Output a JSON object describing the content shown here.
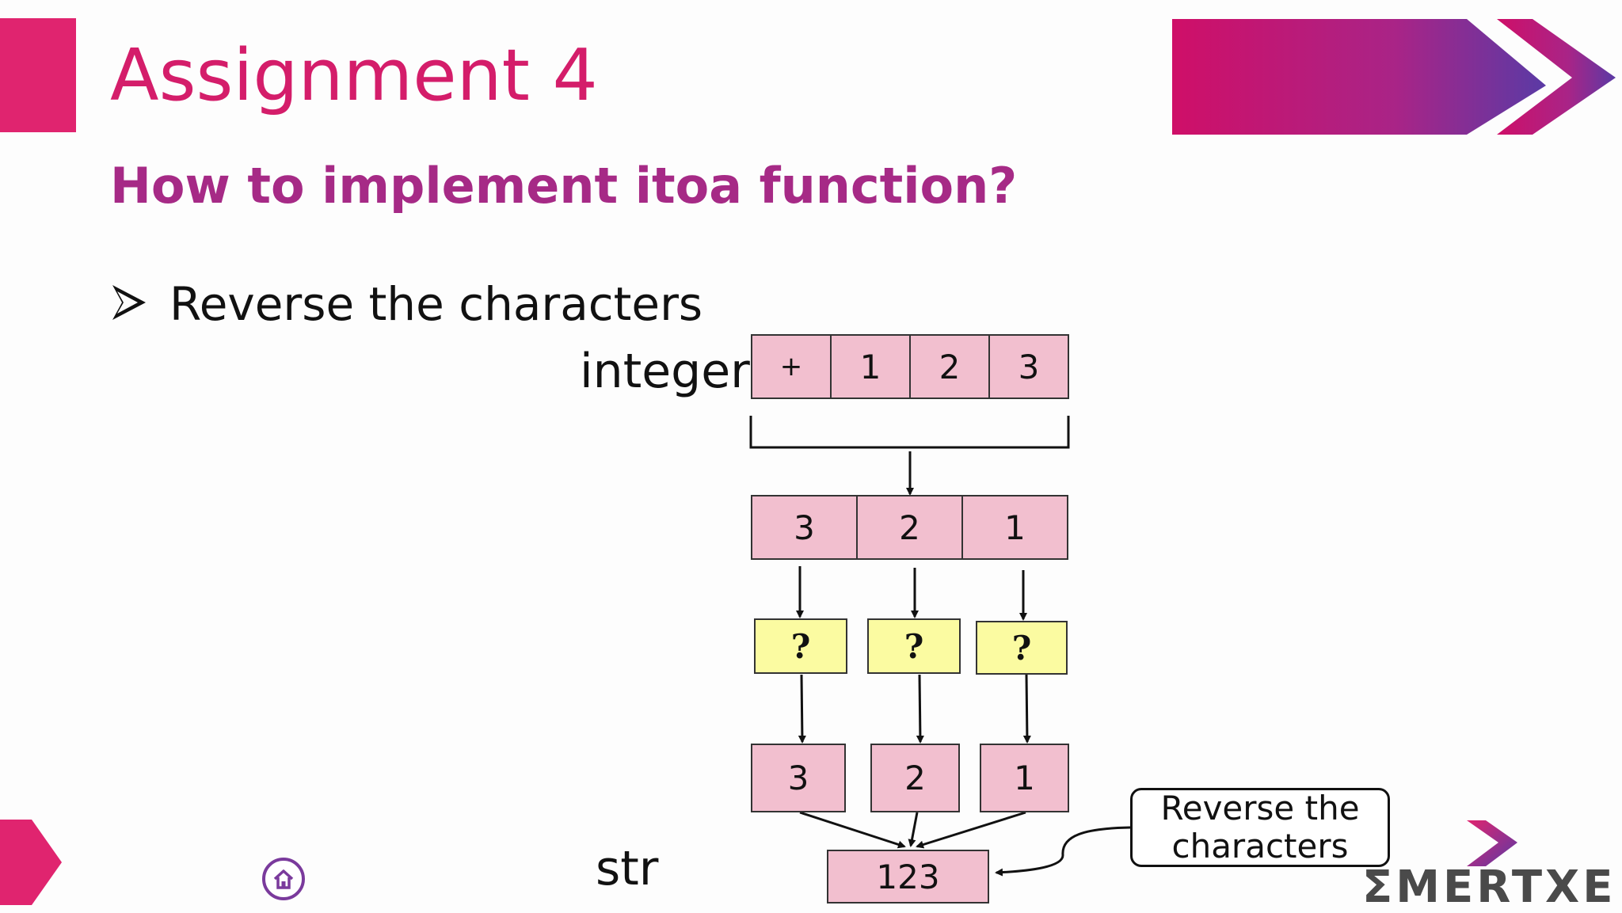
{
  "slide": {
    "title": "Assignment 4",
    "subtitle": "How to implement itoa function?",
    "bullet": "Reverse the characters"
  },
  "diagram": {
    "label_integer": "integer",
    "label_str": "str",
    "input_cells": [
      "+",
      "1",
      "2",
      "3"
    ],
    "reversed_digits": [
      "3",
      "2",
      "1"
    ],
    "unknown_steps": [
      "?",
      "?",
      "?"
    ],
    "output_chars": [
      "3",
      "2",
      "1"
    ],
    "result": "123",
    "callout": {
      "line1": "Reverse the",
      "line2": "characters"
    }
  },
  "logo": {
    "text": "ΣMERTXE"
  },
  "colors": {
    "title": "#d41d6a",
    "subtitle": "#a62a86",
    "cell_pink": "#f2bfcf",
    "cell_yellow": "#fbfba1",
    "accent": "#e0246f"
  },
  "icons": [
    "bullet-arrow-icon",
    "home-icon",
    "brand-chevron-icon"
  ]
}
